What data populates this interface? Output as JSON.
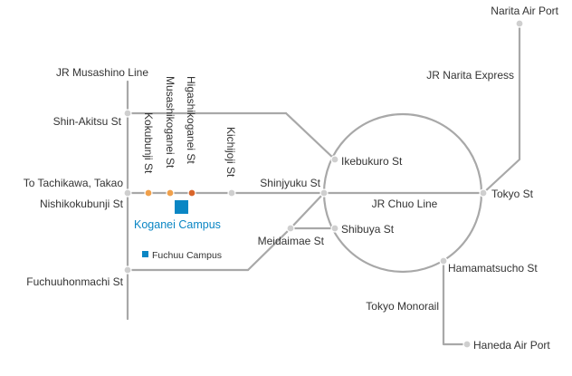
{
  "colors": {
    "line": "#a8a8a8",
    "text": "#333333",
    "accent": "#0a86c4",
    "station": "#cfcfcf",
    "station_orange": "#f0a04b",
    "station_red": "#d9652a"
  },
  "labels": {
    "narita_airport": "Narita Air Port",
    "narita_express": "JR Narita Express",
    "musashino_line": "JR Musashino Line",
    "shin_akitsu": "Shin-Akitsu St",
    "kokubunji": "Kokubunji St",
    "musashikoganei": "Musashikoganei St",
    "higashikoganei": "Higashikoganei St",
    "kichijoji": "Kichijoji St",
    "ikebukuro": "Ikebukuro St",
    "tachikawa_takao": "To Tachikawa, Takao",
    "nishikokubunji": "Nishikokubunji St",
    "shinjyuku": "Shinjyuku St",
    "chuo_line": "JR Chuo Line",
    "tokyo": "Tokyo St",
    "koganei_campus": "Koganei Campus",
    "fuchuu_campus": "Fuchuu Campus",
    "meidaimae": "Meidaimae St",
    "shibuya": "Shibuya St",
    "hamamatsucho": "Hamamatsucho St",
    "fuchuuhonmachi": "Fuchuuhonmachi St",
    "tokyo_monorail": "Tokyo Monorail",
    "haneda_airport": "Haneda Air Port"
  }
}
